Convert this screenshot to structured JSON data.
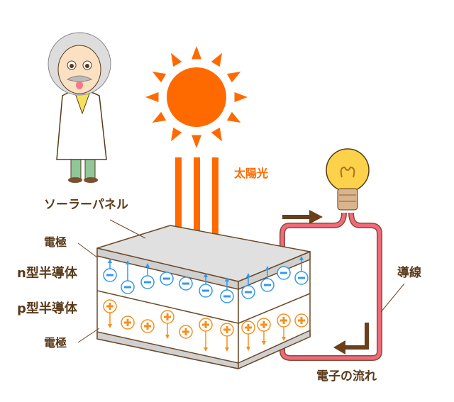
{
  "labels": {
    "sunlight": "太陽光",
    "solar_panel": "ソーラーパネル",
    "electrode_top": "電極",
    "n_type": "n型半導体",
    "p_type": "p型半導体",
    "electrode_bottom": "電極",
    "wire": "導線",
    "electron_flow": "電子の流れ"
  },
  "colors": {
    "sun": "#ff6a00",
    "electron": "#3399ee",
    "hole": "#f5901e",
    "wire": "#f06a7a",
    "text": "#5a3a1a"
  },
  "symbols": {
    "electron": "−",
    "hole": "+"
  }
}
